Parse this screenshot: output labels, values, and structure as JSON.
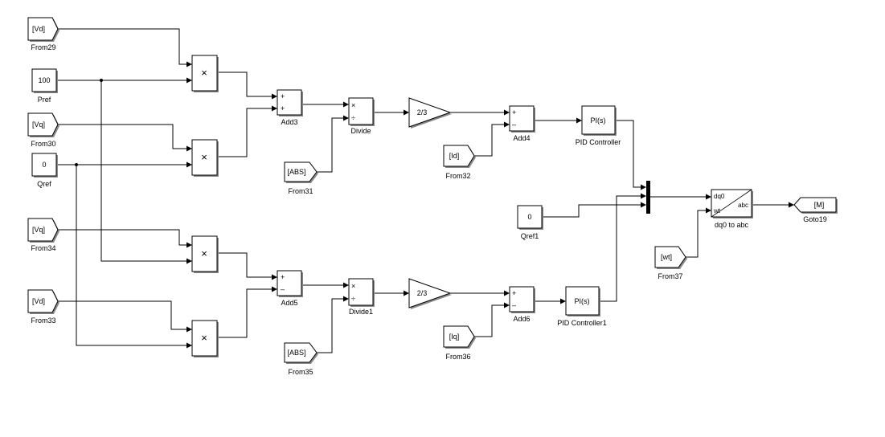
{
  "blocks": {
    "from29": {
      "name": "From29",
      "tag": "[Vd]"
    },
    "pref": {
      "name": "Pref",
      "value": "100"
    },
    "from30": {
      "name": "From30",
      "tag": "[Vq]"
    },
    "qref": {
      "name": "Qref",
      "value": "0"
    },
    "from34": {
      "name": "From34",
      "tag": "[Vq]"
    },
    "from33": {
      "name": "From33",
      "tag": "[Vd]"
    },
    "product_symbol": "×",
    "add3": {
      "name": "Add3",
      "signs": [
        "+",
        "+"
      ]
    },
    "add5": {
      "name": "Add5",
      "signs": [
        "+",
        "–"
      ]
    },
    "from31": {
      "name": "From31",
      "tag": "[ABS]"
    },
    "from35": {
      "name": "From35",
      "tag": "[ABS]"
    },
    "divide": {
      "name": "Divide",
      "signs": [
        "×",
        "÷"
      ]
    },
    "divide1": {
      "name": "Divide1",
      "signs": [
        "×",
        "÷"
      ]
    },
    "gain1": {
      "value": "2/3"
    },
    "gain2": {
      "value": "2/3"
    },
    "add4": {
      "name": "Add4",
      "signs": [
        "+",
        "–"
      ]
    },
    "add6": {
      "name": "Add6",
      "signs": [
        "+",
        "–"
      ]
    },
    "from32": {
      "name": "From32",
      "tag": "[Id]"
    },
    "from36": {
      "name": "From36",
      "tag": "[Iq]"
    },
    "pid": {
      "name": "PID Controller",
      "text": "PI(s)"
    },
    "pid1": {
      "name": "PID Controller1",
      "text": "PI(s)"
    },
    "qref1": {
      "name": "Qref1",
      "value": "0"
    },
    "dq0abc": {
      "name": "dq0 to abc",
      "in_top": "dq0",
      "in_bottom": "wt",
      "out": "abc"
    },
    "from37": {
      "name": "From37",
      "tag": "[wt]"
    },
    "goto19": {
      "name": "Goto19",
      "tag": "[M]"
    }
  },
  "colors": {
    "wire": "#000000",
    "block_border": "#000000",
    "shadow": "#8a8a8a",
    "background": "#ffffff"
  }
}
